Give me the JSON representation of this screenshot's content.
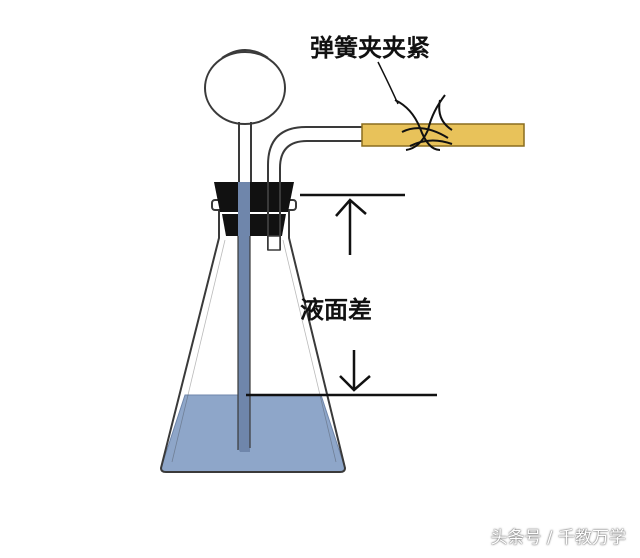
{
  "labels": {
    "clamp_label": "弹簧夹夹紧",
    "level_diff_label": "液面差"
  },
  "watermark": "头条号 / 千教万学",
  "colors": {
    "liquid": "#8ea6c9",
    "liquid_edge": "#6f86ab",
    "glass_outline": "#3a3a3a",
    "stopper": "#111111",
    "rubber_tube": "#e8c25a",
    "annotation": "#111111"
  }
}
